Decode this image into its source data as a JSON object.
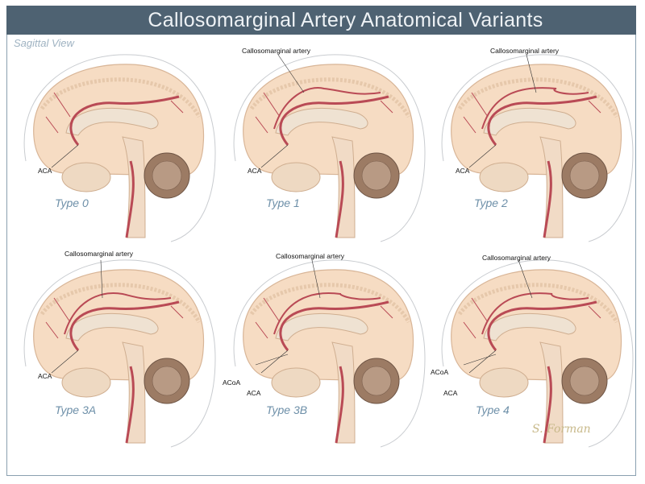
{
  "title": "Callosomarginal Artery Anatomical Variants",
  "subtitle": "Sagittal View",
  "signature": "S. Forman",
  "colors": {
    "title_bar": "#4e6272",
    "brain": "#f6dcc3",
    "artery": "#b94a55",
    "cerebellum": "#9c7b64",
    "type_label": "#6d8fa8"
  },
  "panels": [
    {
      "type": "Type 0",
      "callosomarginal": null,
      "acoa": null,
      "aca": "ACA"
    },
    {
      "type": "Type 1",
      "callosomarginal": "Callosomarginal artery",
      "acoa": null,
      "aca": "ACA"
    },
    {
      "type": "Type 2",
      "callosomarginal": "Callosomarginal artery",
      "acoa": null,
      "aca": "ACA"
    },
    {
      "type": "Type 3A",
      "callosomarginal": "Callosomarginal artery",
      "acoa": null,
      "aca": "ACA"
    },
    {
      "type": "Type 3B",
      "callosomarginal": "Callosomarginal artery",
      "acoa": "ACoA",
      "aca": "ACA"
    },
    {
      "type": "Type 4",
      "callosomarginal": "Callosomarginal artery",
      "acoa": "ACoA",
      "aca": "ACA"
    }
  ]
}
